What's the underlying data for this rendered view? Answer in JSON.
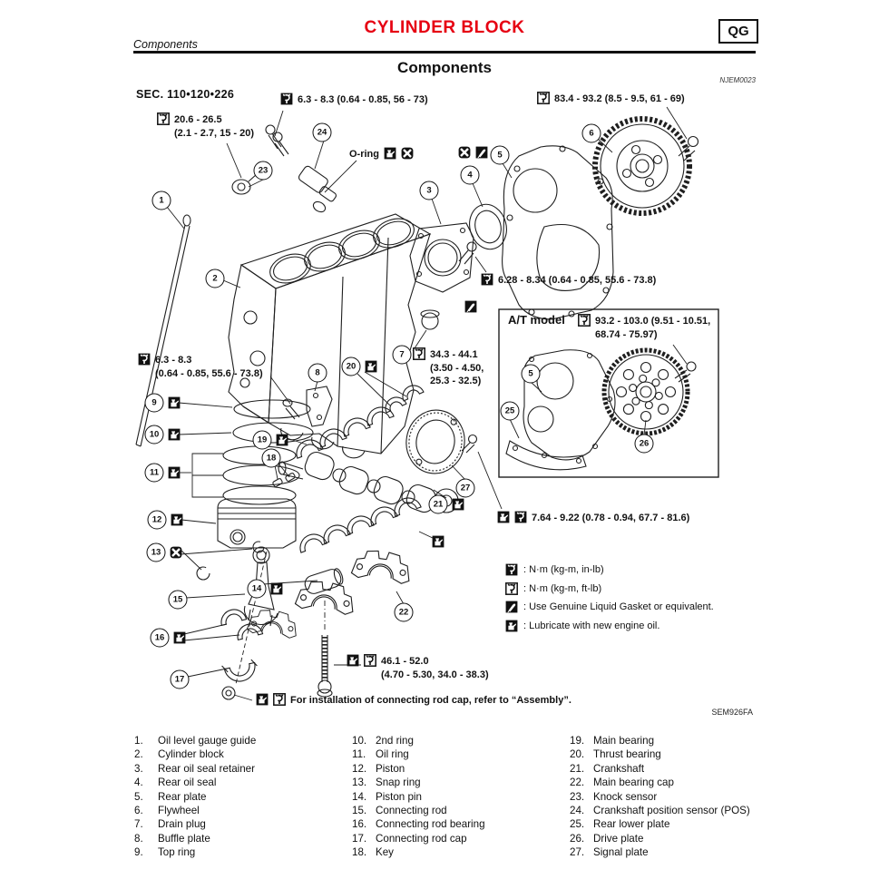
{
  "page": {
    "header_title": "CYLINDER BLOCK",
    "header_code": "QG",
    "breadcrumb": "Components",
    "section_title": "Components",
    "figure_code_top": "NJEM0023",
    "figure_code_bottom": "SEM926FA",
    "section_label": "SEC. 110•120•226",
    "accent_color": "#e60012"
  },
  "torque_specs": {
    "cps_bolt": "6.3 - 8.3 (0.64 - 0.85, 56 - 73)",
    "knock_sensor": [
      "20.6 - 26.5",
      "(2.1 - 2.7, 15 - 20)"
    ],
    "flywheel_bolt": "83.4 - 93.2 (8.5 - 9.5, 61 - 69)",
    "seal_retainer_bolt": "6.28 - 8.34 (0.64 - 0.85, 55.6 - 73.8)",
    "baffle_bolt": [
      "6.3 - 8.3",
      "(0.64 - 0.85, 55.6 - 73.8)"
    ],
    "drain_plug": [
      "34.3 - 44.1",
      "(3.50 - 4.50,",
      "25.3 - 32.5)"
    ],
    "at_drive_plate_bolt": [
      "93.2 - 103.0 (9.51 - 10.51,",
      "68.74 - 75.97)"
    ],
    "signal_plate_bolt": "7.64 - 9.22 (0.78 - 0.94, 67.7 - 81.6)",
    "main_bearing_cap_bolt": [
      "46.1 - 52.0",
      "(4.70 - 5.30, 34.0 - 38.3)"
    ]
  },
  "notes": {
    "oring_label": "O-ring",
    "at_model_label": "A/T model",
    "rod_cap_note": "For installation of connecting rod cap, refer to “Assembly”."
  },
  "legend": [
    {
      "icon": "in-lb",
      "text": ": N·m (kg-m, in-lb)"
    },
    {
      "icon": "ft-lb",
      "text": ": N·m (kg-m, ft-lb)"
    },
    {
      "icon": "gasket",
      "text": ": Use Genuine Liquid Gasket or equivalent."
    },
    {
      "icon": "oil",
      "text": ": Lubricate with new engine oil."
    }
  ],
  "parts": [
    "Oil level gauge guide",
    "Cylinder block",
    "Rear oil seal retainer",
    "Rear oil seal",
    "Rear plate",
    "Flywheel",
    "Drain plug",
    "Buffle plate",
    "Top ring",
    "2nd ring",
    "Oil ring",
    "Piston",
    "Snap ring",
    "Piston pin",
    "Connecting rod",
    "Connecting rod bearing",
    "Connecting rod cap",
    "Key",
    "Main bearing",
    "Thrust bearing",
    "Crankshaft",
    "Main bearing cap",
    "Knock sensor",
    "Crankshaft position sensor (POS)",
    "Rear lower plate",
    "Drive plate",
    "Signal plate"
  ]
}
